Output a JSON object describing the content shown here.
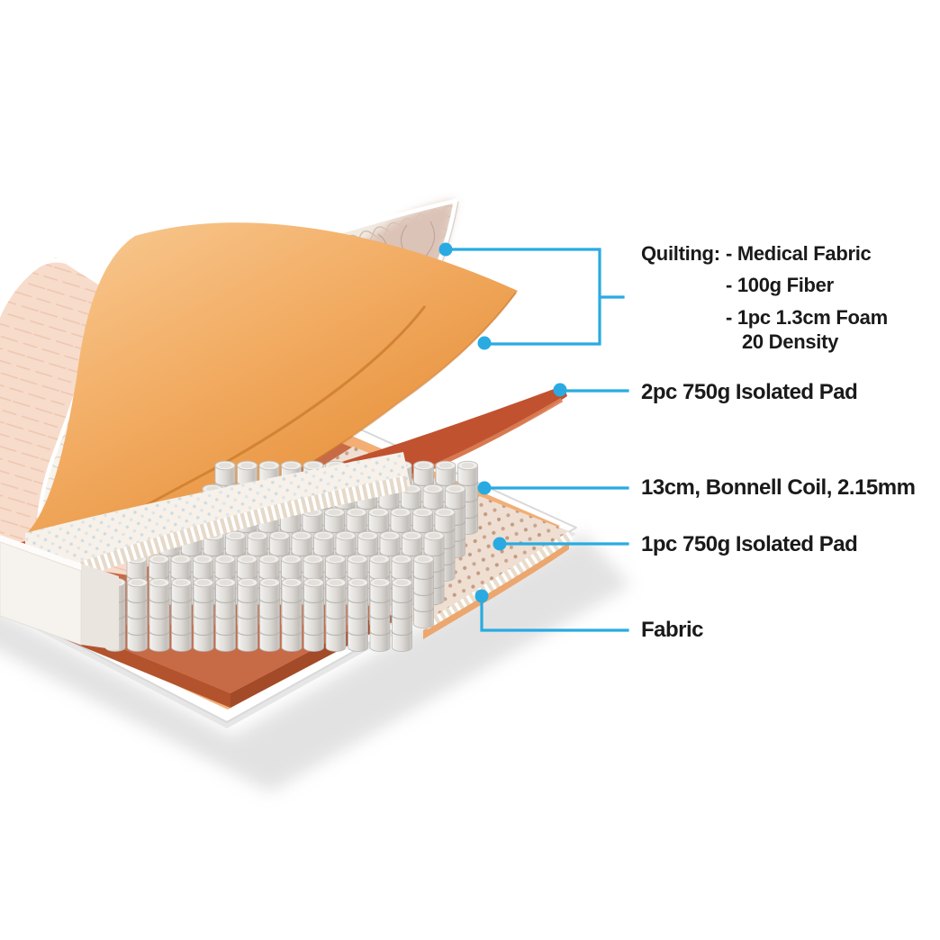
{
  "accent_color": "#29ABE2",
  "text_color": "#1a1a1a",
  "callouts": [
    {
      "id": "quilting",
      "label": "Quilting:",
      "items": [
        "- Medical Fabric",
        "- 100g Fiber",
        "- 1pc 1.3cm Foam",
        "20 Density"
      ]
    },
    {
      "id": "pad-2pc",
      "label": "2pc 750g Isolated Pad"
    },
    {
      "id": "bonnell-coil",
      "label": "13cm, Bonnell Coil, 2.15mm"
    },
    {
      "id": "pad-1pc",
      "label": "1pc 750g Isolated Pad"
    },
    {
      "id": "fabric",
      "label": "Fabric"
    }
  ],
  "layers": [
    {
      "name": "quilted-top-fabric",
      "color": "#F2EBE2"
    },
    {
      "name": "quilted-fabric-back",
      "color": "#DCC3B7"
    },
    {
      "name": "pink-back-sheet",
      "color": "#F7DCCB"
    },
    {
      "name": "quilting-foam",
      "color": "#F0A95B"
    },
    {
      "name": "isolated-pad-2pc",
      "color": "#C1522F"
    },
    {
      "name": "upper-dotted-pad",
      "color": "#F7F1EA"
    },
    {
      "name": "bonnell-coils",
      "color": "#DEDBD7"
    },
    {
      "name": "isolated-pad-1pc",
      "color": "#EFDFD2"
    },
    {
      "name": "bottom-terracotta-pad",
      "color": "#C76B47"
    },
    {
      "name": "orange-trim",
      "color": "#F2AE74"
    },
    {
      "name": "base-fabric",
      "color": "#FFFFFF"
    }
  ]
}
